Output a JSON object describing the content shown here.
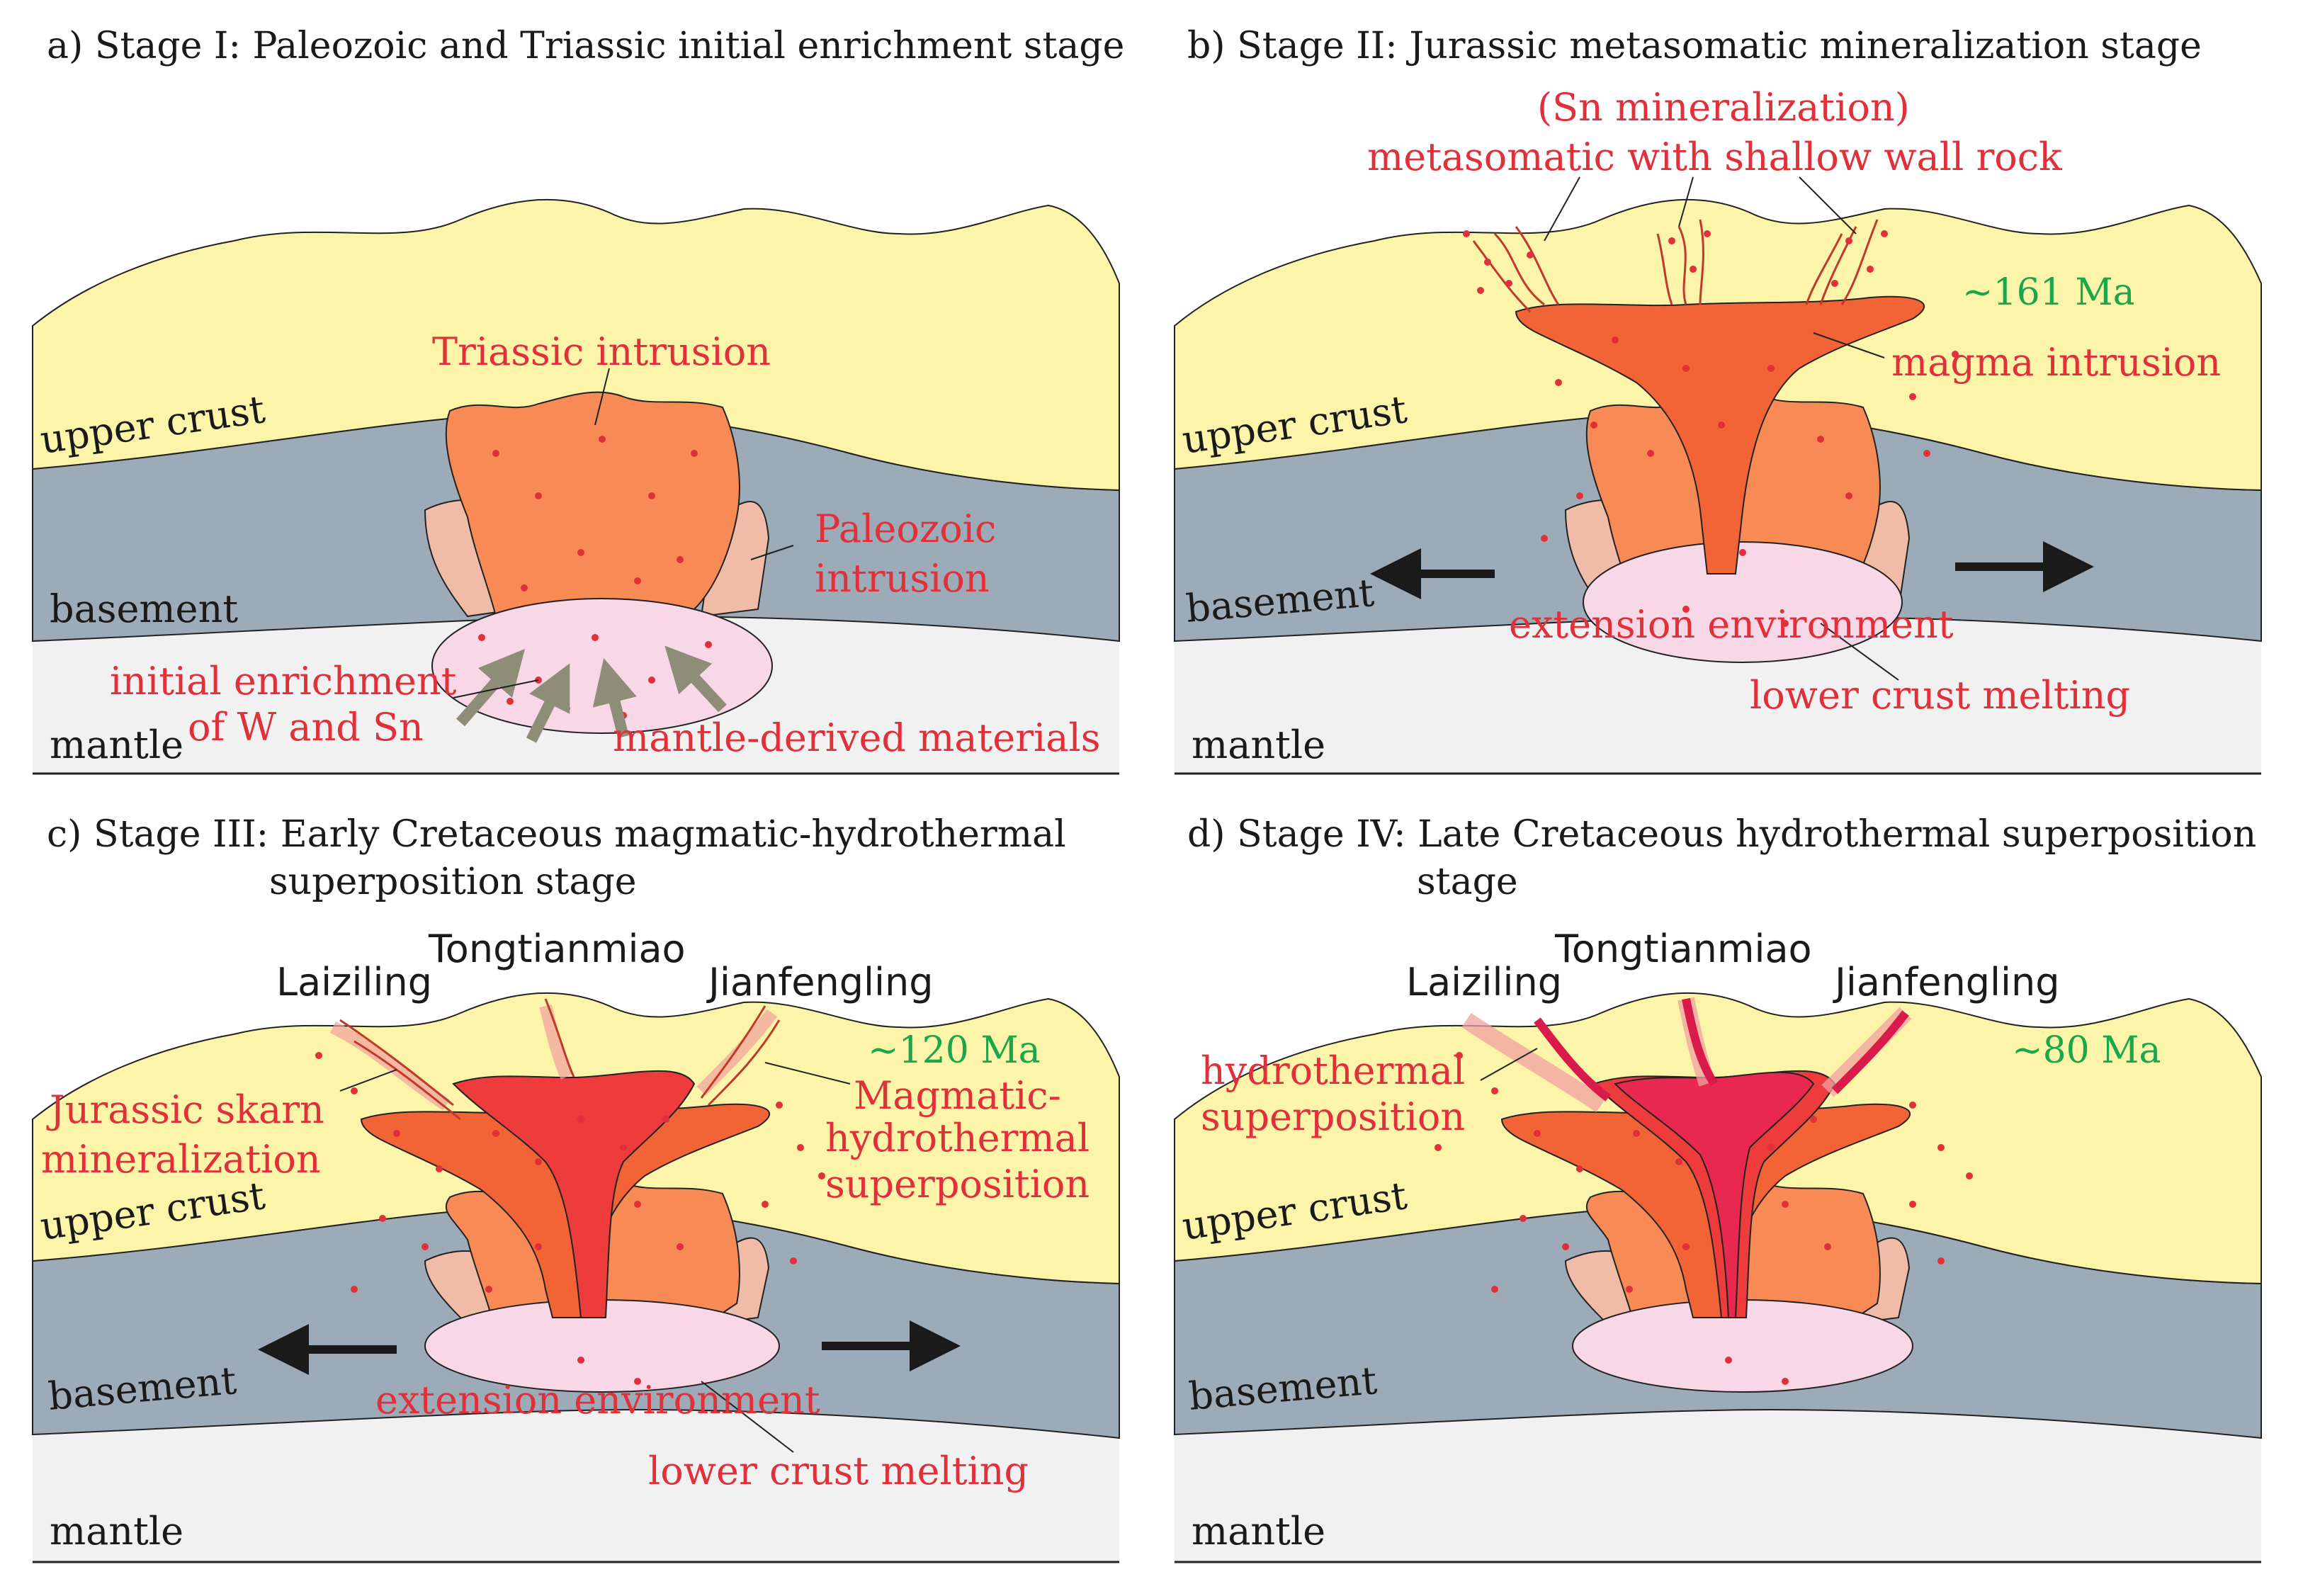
{
  "panels": [
    {
      "title": "a) Stage I: Paleozoic and Triassic initial enrichment stage",
      "labels": {
        "upper_crust": "upper  crust",
        "basement": "basement",
        "mantle": "mantle",
        "triassic": "Triassic intrusion",
        "paleozoic_1": "Paleozoic",
        "paleozoic_2": "intrusion",
        "enrich_1": "initial enrichment",
        "enrich_2": "of W and Sn",
        "mantle_derived": "mantle-derived materials"
      }
    },
    {
      "title": "b) Stage II: Jurassic metasomatic mineralization stage",
      "labels": {
        "sn_1": "(Sn mineralization)",
        "sn_2": "metasomatic with shallow wall rock",
        "age": "~161 Ma",
        "magma": "magma intrusion",
        "upper_crust": "upper  crust",
        "basement": "basement",
        "mantle": "mantle",
        "extension": "extension environment",
        "lower_crust": "lower crust melting"
      }
    },
    {
      "title_1": "c) Stage III: Early Cretaceous magmatic-hydrothermal",
      "title_2": "superposition stage",
      "labels": {
        "tongtianmiao": "Tongtianmiao",
        "laiziling": "Laiziling",
        "jianfengling": "Jianfengling",
        "age": "~120 Ma",
        "skarn_1": "Jurassic skarn",
        "skarn_2": "mineralization",
        "mh_1": "Magmatic-",
        "mh_2": "hydrothermal",
        "mh_3": "superposition",
        "upper_crust": "upper  crust",
        "basement": "basement",
        "mantle": "mantle",
        "extension": "extension environment",
        "lower_crust": "lower crust melting"
      }
    },
    {
      "title_1": "d) Stage IV: Late Cretaceous hydrothermal superposition",
      "title_2": "stage",
      "labels": {
        "tongtianmiao": "Tongtianmiao",
        "laiziling": "Laiziling",
        "jianfengling": "Jianfengling",
        "age": "~80 Ma",
        "hs_1": "hydrothermal",
        "hs_2": "superposition",
        "upper_crust": "upper  crust",
        "basement": "basement",
        "mantle": "mantle"
      }
    }
  ],
  "colors": {
    "upper_crust": "#fcf4a8",
    "basement": "#9daab8",
    "mantle": "#f1f1f2",
    "lower_crust_melt": "#f8d8e6",
    "triassic": "#f78a55",
    "paleozoic": "#f0bca8",
    "jurassic": "#f26436",
    "early_cretaceous": "#ee3c3c",
    "late_cretaceous": "#e8284e",
    "label_red": "#e0303a",
    "age_green": "#1aa64a"
  }
}
